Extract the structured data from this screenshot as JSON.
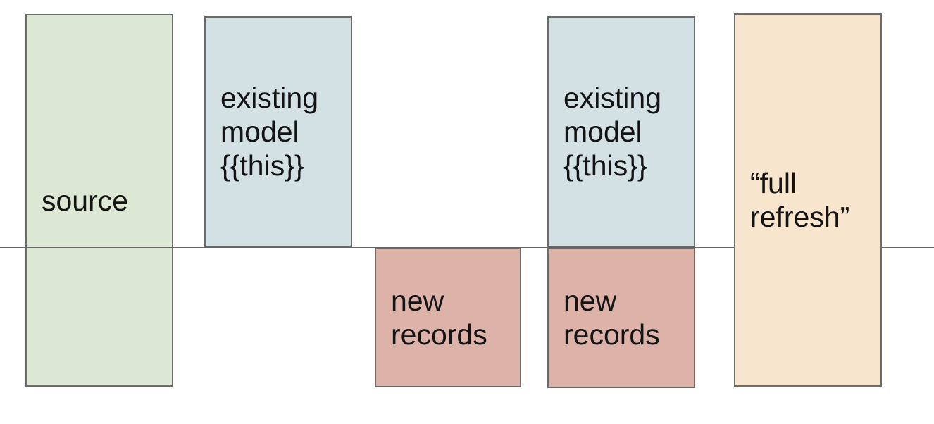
{
  "colors": {
    "background": "#ffffff",
    "box_border": "#6b6b6b",
    "timeline_line": "#646464",
    "text": "#141414",
    "source_fill": "#dce8d3",
    "existing_model_fill": "#d3e0e4",
    "new_records_fill": "#dcb2a9",
    "full_refresh_fill": "#f8e5cd"
  },
  "boxes": {
    "source": {
      "label": "source"
    },
    "existing_model_1": {
      "label": "existing\nmodel\n{{this}}"
    },
    "new_records_1": {
      "label": "new\nrecords"
    },
    "existing_model_2": {
      "label": "existing\nmodel\n{{this}}"
    },
    "new_records_2": {
      "label": "new\nrecords"
    },
    "full_refresh": {
      "label": "“full\nrefresh”"
    }
  }
}
